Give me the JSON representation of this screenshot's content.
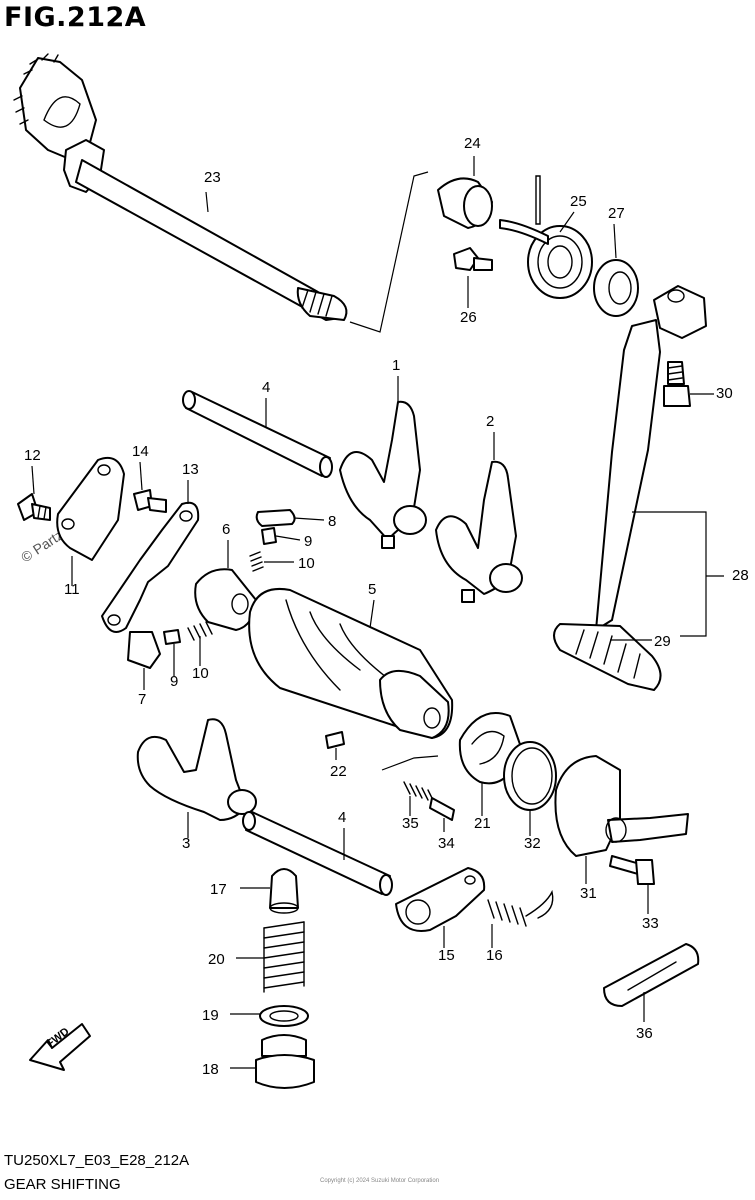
{
  "figure": {
    "title": "FIG.212A",
    "code": "TU250XL7_E03_E28_212A",
    "caption": "GEAR SHIFTING",
    "watermark": "© Partzilla.com",
    "fine_print": "Copyright (c) 2024 Suzuki Motor Corporation",
    "fwd_label": "FWD"
  },
  "callouts": [
    {
      "name": "callout-23",
      "label": "23"
    },
    {
      "name": "callout-24",
      "label": "24"
    },
    {
      "name": "callout-25",
      "label": "25"
    },
    {
      "name": "callout-27",
      "label": "27"
    },
    {
      "name": "callout-26",
      "label": "26"
    },
    {
      "name": "callout-30",
      "label": "30"
    },
    {
      "name": "callout-4-upper",
      "label": "4"
    },
    {
      "name": "callout-1",
      "label": "1"
    },
    {
      "name": "callout-2",
      "label": "2"
    },
    {
      "name": "callout-12",
      "label": "12"
    },
    {
      "name": "callout-14",
      "label": "14"
    },
    {
      "name": "callout-13",
      "label": "13"
    },
    {
      "name": "callout-8",
      "label": "8"
    },
    {
      "name": "callout-9-upper",
      "label": "9"
    },
    {
      "name": "callout-10-upper",
      "label": "10"
    },
    {
      "name": "callout-6",
      "label": "6"
    },
    {
      "name": "callout-11",
      "label": "11"
    },
    {
      "name": "callout-5",
      "label": "5"
    },
    {
      "name": "callout-28",
      "label": "28"
    },
    {
      "name": "callout-29",
      "label": "29"
    },
    {
      "name": "callout-7",
      "label": "7"
    },
    {
      "name": "callout-9-lower",
      "label": "9"
    },
    {
      "name": "callout-10-lower",
      "label": "10"
    },
    {
      "name": "callout-22",
      "label": "22"
    },
    {
      "name": "callout-3",
      "label": "3"
    },
    {
      "name": "callout-4-lower",
      "label": "4"
    },
    {
      "name": "callout-35",
      "label": "35"
    },
    {
      "name": "callout-34",
      "label": "34"
    },
    {
      "name": "callout-21",
      "label": "21"
    },
    {
      "name": "callout-32",
      "label": "32"
    },
    {
      "name": "callout-31",
      "label": "31"
    },
    {
      "name": "callout-33",
      "label": "33"
    },
    {
      "name": "callout-17",
      "label": "17"
    },
    {
      "name": "callout-15",
      "label": "15"
    },
    {
      "name": "callout-16",
      "label": "16"
    },
    {
      "name": "callout-20",
      "label": "20"
    },
    {
      "name": "callout-19",
      "label": "19"
    },
    {
      "name": "callout-36",
      "label": "36"
    },
    {
      "name": "callout-18",
      "label": "18"
    }
  ]
}
